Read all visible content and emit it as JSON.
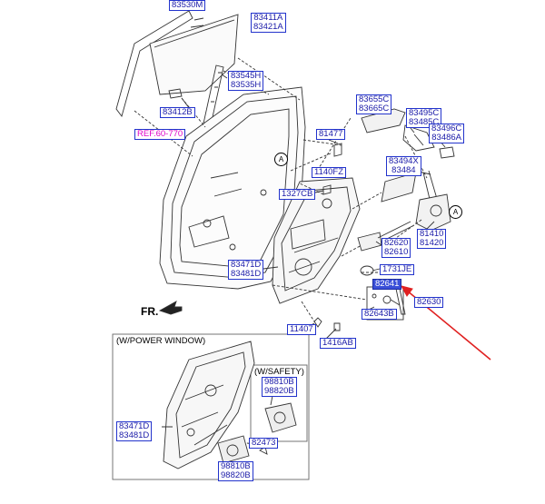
{
  "labels": {
    "l83530M": [
      "83530M"
    ],
    "l83411A": [
      "83411A",
      "83421A"
    ],
    "l83545H": [
      "83545H",
      "83535H"
    ],
    "l83412B": [
      "83412B"
    ],
    "l81477": [
      "81477"
    ],
    "l83655C": [
      "83655C",
      "83665C"
    ],
    "l83495C": [
      "83495C",
      "83485C"
    ],
    "l83496C": [
      "83496C",
      "83486A"
    ],
    "l1140FZ": [
      "1140FZ"
    ],
    "l83494X": [
      "83494X",
      "83484"
    ],
    "l1327CB": [
      "1327CB"
    ],
    "l82620": [
      "82620",
      "82610"
    ],
    "l81410": [
      "81410",
      "81420"
    ],
    "l1731JE": [
      "1731JE"
    ],
    "l83471D": [
      "83471D",
      "83481D"
    ],
    "l82641": [
      "82641"
    ],
    "l82630": [
      "82630"
    ],
    "l82643B": [
      "82643B"
    ],
    "l11407": [
      "11407"
    ],
    "l1416AB": [
      "1416AB"
    ],
    "l98810B_a": [
      "98810B",
      "98820B"
    ],
    "l83471D_b": [
      "83471D",
      "83481D"
    ],
    "l82473": [
      "82473"
    ],
    "l98810B_b": [
      "98810B",
      "98820B"
    ]
  },
  "ref_label": "REF.60-770",
  "fr_label": "FR.",
  "power_window_note": "(W/POWER WINDOW)",
  "safety_note": "(W/SAFETY)",
  "circle_marker": "A",
  "colors": {
    "label_border": "#2233cc",
    "label_text": "#1a1aa8",
    "ref_text": "#e000c8",
    "pointer_arrow": "#e02020",
    "highlight": "#3a4fd8"
  }
}
